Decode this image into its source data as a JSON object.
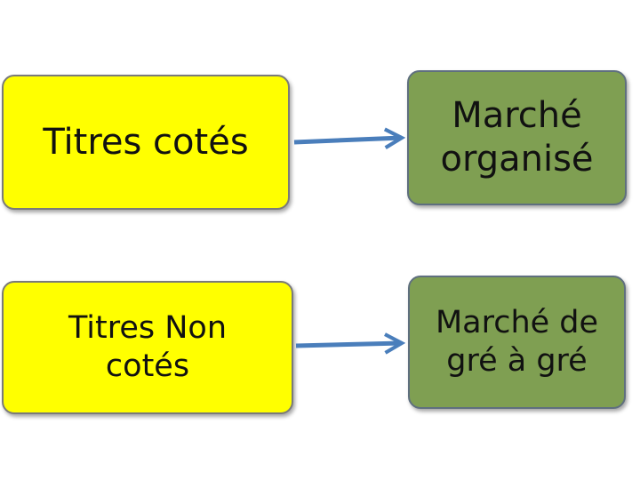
{
  "diagram": {
    "left_boxes": [
      {
        "label": "Titres cotés"
      },
      {
        "label": "Titres Non cotés"
      }
    ],
    "right_boxes": [
      {
        "label": "Marché organisé"
      },
      {
        "label": "Marché de gré à gré"
      }
    ],
    "colors": {
      "left_fill": "#ffff00",
      "right_fill": "#7f9f52",
      "arrow": "#4a7ebb",
      "border": "#7a7a7a"
    }
  }
}
